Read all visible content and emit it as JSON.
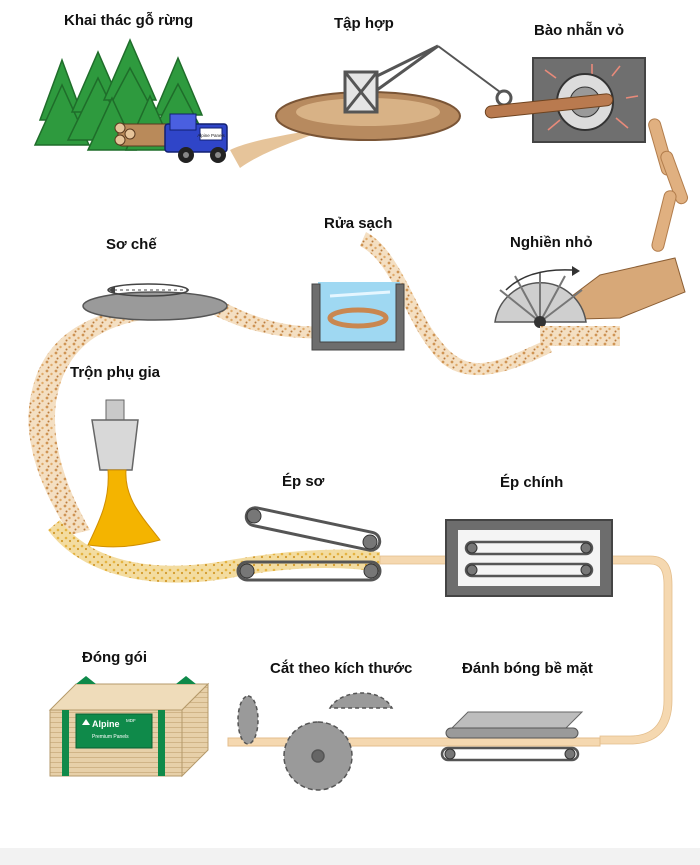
{
  "steps": {
    "harvest": "Khai thác gỗ rừng",
    "collect": "Tập hợp",
    "debark": "Bào nhẵn vỏ",
    "wash": "Rửa sạch",
    "preprocess": "Sơ chế",
    "grind": "Nghiền nhỏ",
    "mix": "Trộn phụ gia",
    "prepress": "Ép sơ",
    "mainpress": "Ép chính",
    "package": "Đóng gói",
    "cut": "Cắt theo kích thước",
    "polish": "Đánh bóng bề mặt"
  },
  "truck_door_text": "Alpine Panels",
  "package_label": {
    "brand": "Alpine",
    "brand_tag": "MDF",
    "subtitle": "Premium Panels"
  },
  "colors": {
    "tree": "#2e9a3e",
    "truck": "#2f45c8",
    "wood": "#e0b080",
    "sawdust": "#e9c08f",
    "glue": "#f4b400",
    "water": "#6fc6ee",
    "machine": "#777777",
    "pack_band": "#0f8a4a"
  }
}
